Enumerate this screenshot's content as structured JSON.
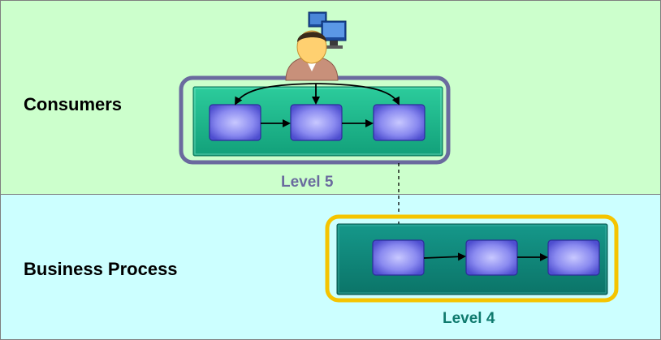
{
  "rows": {
    "consumers": "Consumers",
    "business_process": "Business Process"
  },
  "levels": {
    "level5": "Level 5",
    "level4": "Level 4"
  },
  "colors": {
    "consumers_band": "#ccffcc",
    "business_band": "#ccffff",
    "level5_frame": "#6a6a9e",
    "level4_frame": "#f5c400",
    "level5_panel": "#1fb58c",
    "level4_panel": "#0f8a7c",
    "step_box": "#7a7ae8"
  },
  "icons": {
    "user": "user-at-computer-icon"
  }
}
